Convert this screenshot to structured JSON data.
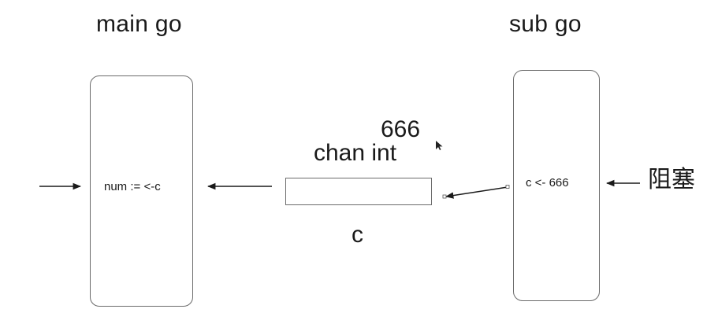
{
  "main": {
    "title": "main go",
    "code": "num := <-c"
  },
  "sub": {
    "title": "sub go",
    "code": "c <- 666",
    "status": "阻塞"
  },
  "channel": {
    "type_label": "chan int",
    "value_label": "666",
    "name": "c"
  }
}
